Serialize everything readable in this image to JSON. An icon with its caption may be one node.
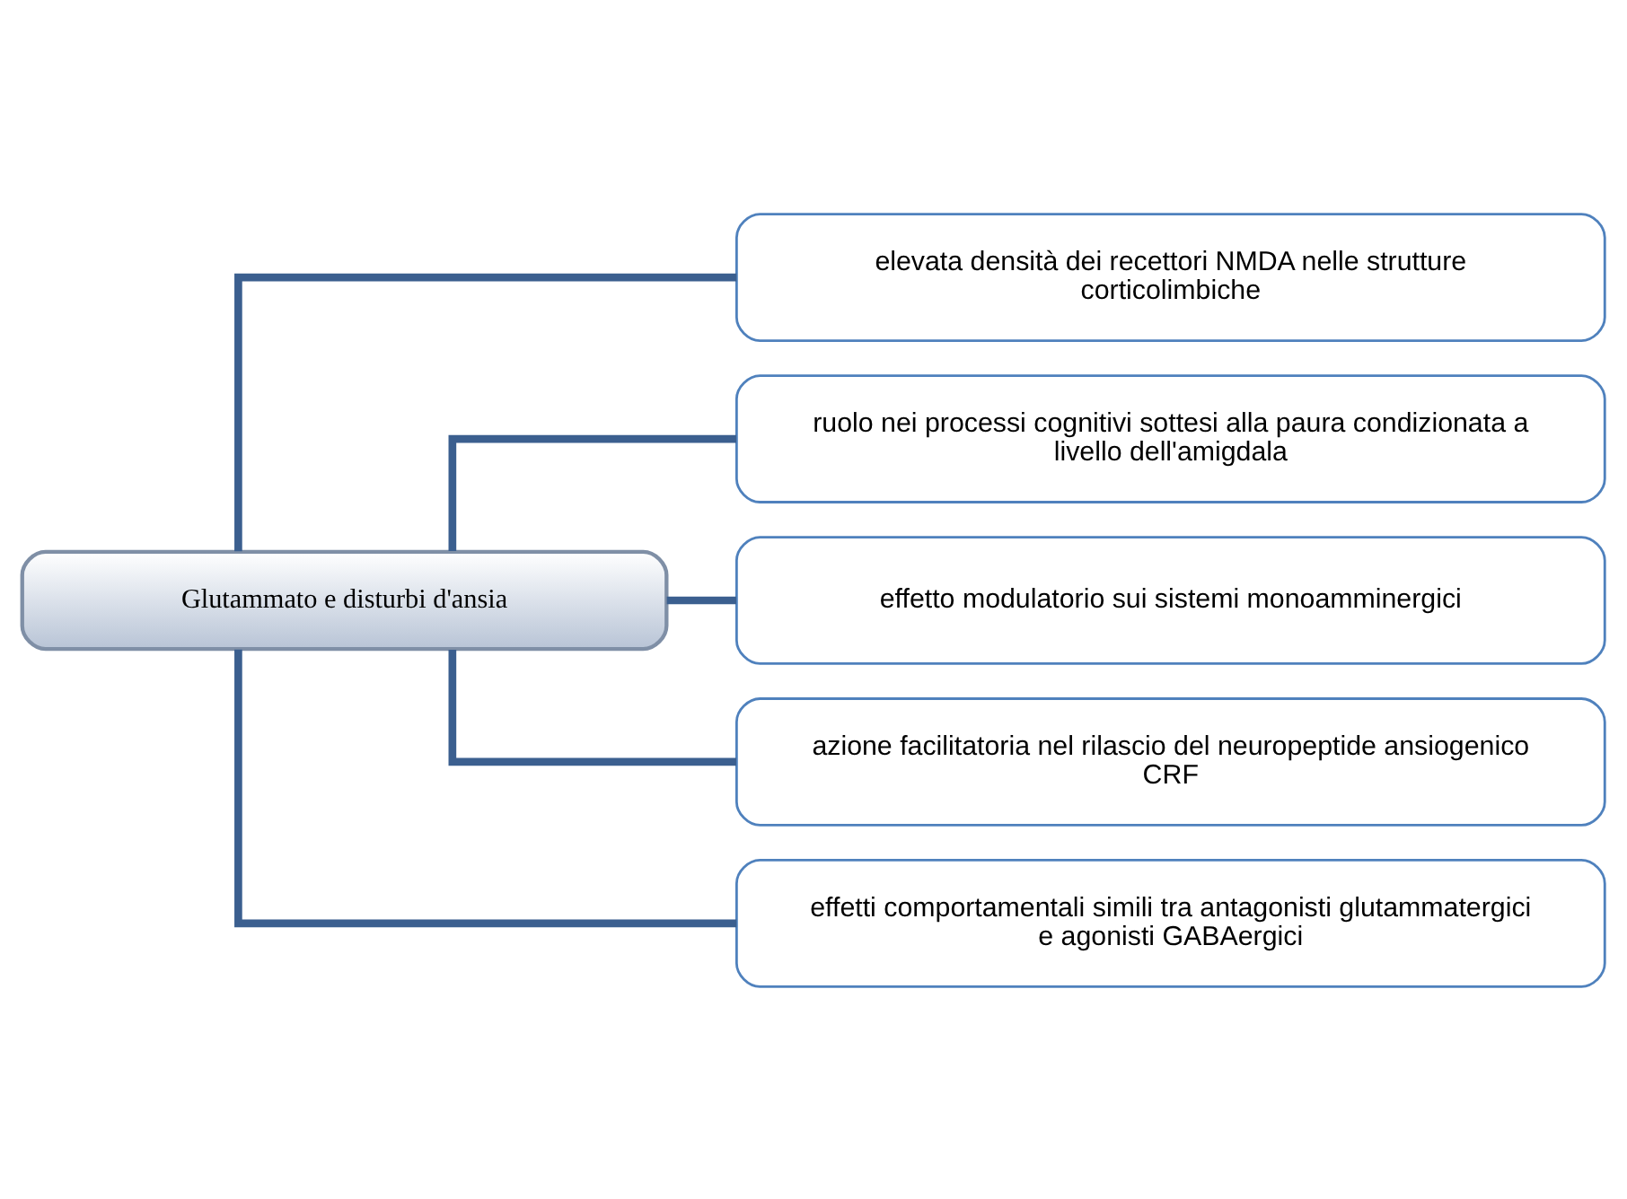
{
  "diagram": {
    "nodes": [
      {
        "text": [
          "Glutammato e disturbi d'ansia"
        ]
      },
      {
        "text": [
          "elevata densità dei recettori NMDA nelle strutture corticolimbiche"
        ]
      },
      {
        "text": [
          "ruolo nei processi cognitivi sottesi alla paura condizionata a livello dell'amigdala"
        ]
      },
      {
        "text": [
          "effetto modulatorio sui sistemi monoamminergici"
        ]
      },
      {
        "text": [
          "azione facilitatoria nel rilascio del neuropeptide ansiogenico CRF"
        ]
      },
      {
        "text": [
          "effetti comportamentali simili tra antagonisti glutammatergici e agonisti GABAergici"
        ]
      }
    ],
    "edges": [
      {
        "from": 0,
        "to": 1,
        "arrow": "none"
      },
      {
        "from": 0,
        "to": 2,
        "arrow": "none"
      },
      {
        "from": 0,
        "to": 3,
        "arrow": "none"
      },
      {
        "from": 0,
        "to": 4,
        "arrow": "none"
      },
      {
        "from": 0,
        "to": 5,
        "arrow": "none"
      }
    ]
  }
}
